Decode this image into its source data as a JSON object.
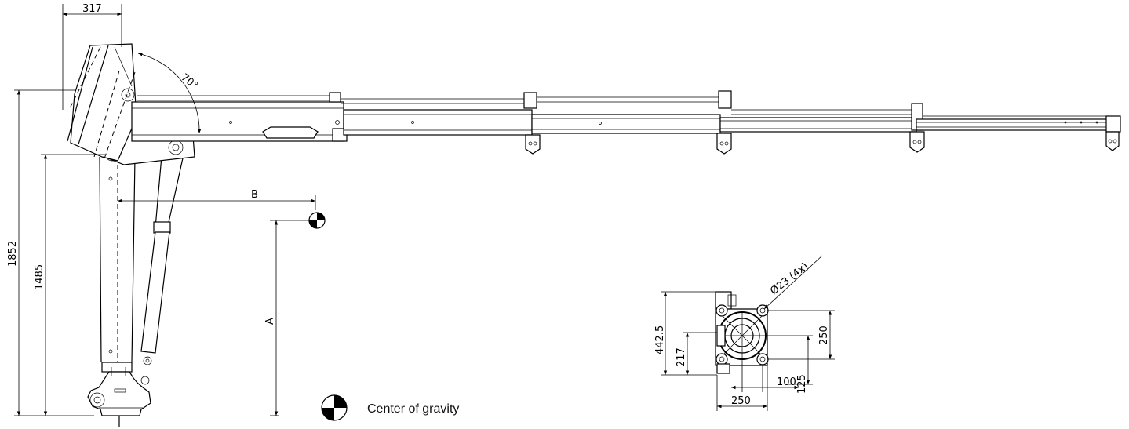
{
  "dimensions": {
    "top_width": "317",
    "angle": "70°",
    "overall_height": "1852",
    "pivot_height": "1485",
    "cg_horizontal": "B",
    "cg_vertical": "A",
    "base_height": "442.5",
    "base_hole_height": "217",
    "base_hole_spacing_v": "250",
    "base_offset_v": "125",
    "base_offset_h": "100",
    "base_width": "250",
    "bolt_holes": "Ø23 (4x)"
  },
  "legend": {
    "label": "Center of gravity",
    "icon": "center-of-gravity-icon"
  }
}
